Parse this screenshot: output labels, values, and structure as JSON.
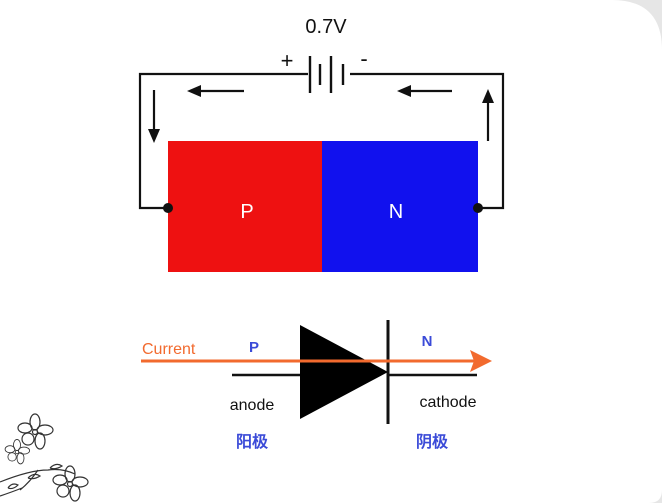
{
  "battery": {
    "voltage": "0.7V",
    "plus": "+",
    "minus": "-"
  },
  "junction": {
    "p_label": "P",
    "n_label": "N"
  },
  "diode": {
    "current_label": "Current",
    "p_label": "P",
    "n_label": "N",
    "anode_label": "anode",
    "cathode_label": "cathode",
    "anode_cn": "阳极",
    "cathode_cn": "阴极"
  },
  "colors": {
    "p_region": "#ee1111",
    "n_region": "#1111ee",
    "current_arrow": "#f26a2e",
    "cn_label": "#3b4bd8",
    "wire": "#111111"
  },
  "icons": {
    "corner_decoration": "flower-sketch-icon"
  }
}
